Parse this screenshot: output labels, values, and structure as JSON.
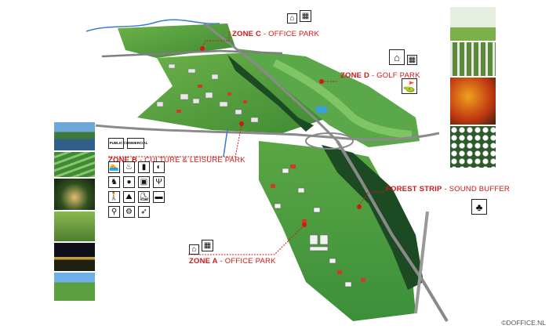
{
  "zones": {
    "c": {
      "code": "ZONE C",
      "name": "OFFICE PARK"
    },
    "d": {
      "code": "ZONE D",
      "name": "GOLF PARK"
    },
    "b": {
      "code": "ZONE B",
      "name": "CULTURE & LEISURE PARK"
    },
    "forest": {
      "code": "FOREST STRIP",
      "name": "SOUND BUFFER"
    },
    "a": {
      "code": "ZONE A",
      "name": "OFFICE PARK"
    }
  },
  "separator": " - ",
  "zone_b_tags": [
    "PUBLIC",
    "COMMERCIAL"
  ],
  "icons": {
    "zone_c": [
      "house-icon",
      "office-building-icon"
    ],
    "zone_d": [
      "house-icon",
      "office-building-icon",
      "golfer-icon"
    ],
    "zone_b": [
      "swimmer-icon",
      "sauna-icon",
      "fitness-icon",
      "tennis-icon",
      "horse-riding-icon",
      "bowling-icon",
      "cinema-icon",
      "restaurant-icon",
      "walker-icon",
      "hiking-icon",
      "skating-icon",
      "hotel-bed-icon",
      "cyclist-icon",
      "cycling-icon",
      "running-icon"
    ],
    "forest": [
      "tree-icon"
    ],
    "zone_a": [
      "house-icon",
      "office-building-icon"
    ]
  },
  "colors": {
    "accent": "#d01818",
    "grass": "#4f9a3c",
    "forest": "#1c4a22",
    "road": "#8a8a8a"
  },
  "credit": "©DOFFICE.NL"
}
